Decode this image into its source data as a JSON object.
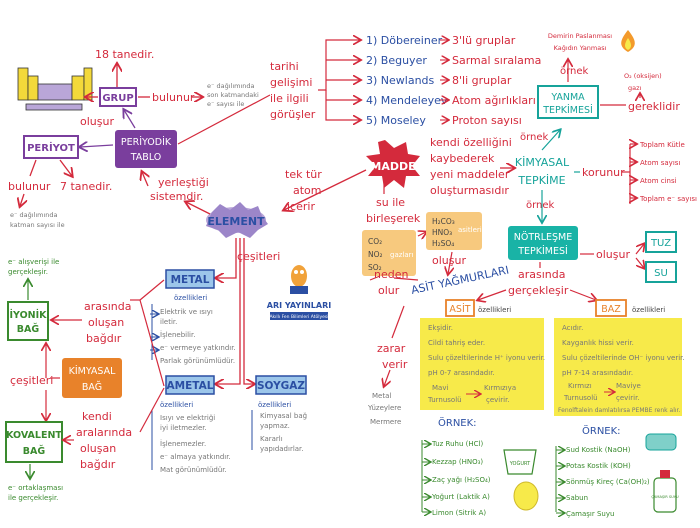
{
  "colors": {
    "red": "#d42a3c",
    "purple": "#7a3e9d",
    "blue": "#2b4fa3",
    "teal": "#16a39a",
    "green": "#3a8a2e",
    "orange": "#e8822a",
    "yellow": "#f7ea4a",
    "grey": "#777777",
    "lavender": "#b9a6d8",
    "lightblue": "#9cc6ea",
    "tealbox": "#19b3a6"
  },
  "icons": {
    "periodic_table": "periodic-table-icon",
    "flame": "flame-icon",
    "mascot": "mascot-icon",
    "yogurt": "yogurt-icon",
    "lemon": "lemon-icon",
    "soap": "soap-icon",
    "bleach": "bleach-bottle-icon"
  },
  "center": {
    "madde": "MADDE",
    "element": "ELEMENT"
  },
  "periodic": {
    "periyodik_tablo_line1": "PERİYODİK",
    "periyodik_tablo_line2": "TABLO",
    "yerlestigi_line1": "yerleştiği",
    "yerlestigi_line2": "sistemdir.",
    "tek_tur_line1": "tek tür",
    "tek_tur_line2": "atom",
    "tek_tur_line3": "içerir",
    "olusur": "oluşur",
    "grup": "GRUP",
    "grup_count": "18 tanedir.",
    "grup_bulunur": "bulunur",
    "grup_note_line1": "e⁻ dağılımında",
    "grup_note_line2": "son katmandaki",
    "grup_note_line3": "e⁻ sayısı ile",
    "periyot": "PERİYOT",
    "periyot_count": "7 tanedir.",
    "periyot_bulunur": "bulunur",
    "periyot_note_line1": "e⁻ dağılımında",
    "periyot_note_line2": "katman sayısı ile"
  },
  "history": {
    "header_line1": "tarihi",
    "header_line2": "gelişimi",
    "header_line3": "ile ilgili",
    "header_line4": "görüşler",
    "items": [
      {
        "name": "1) Döbereiner",
        "desc": "3'lü gruplar"
      },
      {
        "name": "2) Beguyer",
        "desc": "Sarmal sıralama"
      },
      {
        "name": "3) Newlands",
        "desc": "8'li gruplar"
      },
      {
        "name": "4) Mendeleyev",
        "desc": "Atom ağırlıkları"
      },
      {
        "name": "5) Moseley",
        "desc": "Proton sayısı"
      }
    ]
  },
  "madde": {
    "kendi_line1": "kendi özelliğini",
    "kendi_line2": "kaybederek",
    "kendi_line3": "yeni maddeler",
    "kendi_line4": "oluşturmasıdır",
    "kimyasal_line1": "KİMYASAL",
    "kimyasal_line2": "TEPKİME",
    "orneklar": "örnek",
    "yanma_line1": "YANMA",
    "yanma_line2": "TEPKİMESİ",
    "yanma_example_line1": "Demirin Paslanması",
    "yanma_example_line2": "Kağıdın Yanması",
    "yanma_ornek": "örnek",
    "oksijen_line1": "O₂ (oksijen)",
    "oksijen_line2": "gazı",
    "gereklidir": "gereklidir",
    "korunur": "korunur",
    "conserved": [
      "Toplam Kütle",
      "Atom sayısı",
      "Atom cinsi",
      "Toplam e⁻ sayısı"
    ],
    "notrlesme_line1": "NÖTRLEŞME",
    "notrlesme_line2": "TEPKİMESİ",
    "notr_ornek": "örnek",
    "notr_olusur": "oluşur",
    "tuz": "TUZ",
    "su": "SU",
    "arasinda_line1": "arasında",
    "arasinda_line2": "gerçekleşir"
  },
  "rain": {
    "su_ile_line1": "su ile",
    "su_ile_line2": "birleşerek",
    "gases_left": [
      "CO₂",
      "NO₂",
      "SO₂"
    ],
    "gases_left_label": "gazları",
    "acids_right": [
      "H₂CO₃",
      "HNO₃",
      "H₂SO₄"
    ],
    "acids_right_label": "asitleri",
    "olusur": "oluşur",
    "neden_line1": "neden",
    "neden_line2": "olur",
    "asit_yagmurlari": "ASİT YAĞMURLARI",
    "zarar_line1": "zarar",
    "zarar_line2": "verir",
    "damage_line1": "Metal",
    "damage_line2": "Yüzeylere",
    "damage_line3": "Mermere"
  },
  "acid": {
    "title": "ASİT",
    "ozellikleri": "özellikleri",
    "props": [
      "Ekşidir.",
      "Cildi tahriş eder.",
      "Sulu çözeltilerinde H⁺ iyonu verir.",
      "pH 0-7 arasındadır."
    ],
    "litmus_line1": "Mavi",
    "litmus_line2": "Turnusolü",
    "litmus_line3": "Kırmızıya",
    "litmus_line4": "çevirir.",
    "ornek": "ÖRNEK:",
    "examples": [
      "Tuz Ruhu (HCl)",
      "Kezzap (HNO₃)",
      "Zaç yağı (H₂SO₄)",
      "Yoğurt (Laktik A)",
      "Limon (Sitrik A)"
    ],
    "yogurt": "YOĞURT"
  },
  "base": {
    "title": "BAZ",
    "ozellikleri": "özellikleri",
    "props": [
      "Acıdır.",
      "Kayganlık hissi verir.",
      "Sulu çözeltilerinde OH⁻ iyonu verir.",
      "pH 7-14 arasındadır."
    ],
    "litmus_line1": "Kırmızı",
    "litmus_line2": "Turnusolü",
    "litmus_line3": "Maviye",
    "litmus_line4": "çevirir.",
    "fenol": "Fenolftalein damlatılırsa PEMBE renk alır.",
    "ornek": "ÖRNEK:",
    "examples": [
      "Sud Kostik (NaOH)",
      "Potas Kostik (KOH)",
      "Sönmüş Kireç (Ca(OH)₂)",
      "Sabun",
      "Çamaşır Suyu"
    ],
    "bleach": "ÇAMAŞIR SUYU"
  },
  "element": {
    "cesitleri": "çeşitleri",
    "metal": "METAL",
    "metal_ozellik": "özellikleri",
    "metal_props": [
      "Elektrik ve ısıyı",
      "iletir.",
      "İşlenebilir.",
      "e⁻ vermeye yatkındır.",
      "Parlak görünümlüdür."
    ],
    "ametal": "AMETAL",
    "ametal_ozellik": "özellikleri",
    "ametal_props": [
      "Isıyı ve elektriği",
      "iyi iletmezler.",
      "İşlenemezler.",
      "e⁻ almaya yatkındır.",
      "Mat görünümlüdür."
    ],
    "soygaz": "SOYGAZ",
    "soygaz_ozellik": "özellikleri",
    "soygaz_props": [
      "Kimyasal bağ",
      "yapmaz.",
      "Kararlı",
      "yapıdadırlar."
    ],
    "publisher_line1": "ARI YAYINLARI",
    "publisher_line2": "Akıllı Fen Bilimleri Atölyesi"
  },
  "bonds": {
    "iyonik_line1": "İYONİK",
    "iyonik_line2": "BAĞ",
    "iyonik_note_line1": "e⁻ alışverişi ile",
    "iyonik_note_line2": "gerçekleşir.",
    "arasinda_line1": "arasında",
    "arasinda_line2": "oluşan",
    "arasinda_line3": "bağdır",
    "kimyasal_line1": "KİMYASAL",
    "kimyasal_line2": "BAĞ",
    "cesitleri": "çeşitleri",
    "kovalent_line1": "KOVALENT",
    "kovalent_line2": "BAĞ",
    "kendi_line1": "kendi",
    "kendi_line2": "aralarında",
    "kendi_line3": "oluşan",
    "kendi_line4": "bağdır",
    "kovalent_note_line1": "e⁻ ortaklaşması",
    "kovalent_note_line2": "ile gerçekleşir."
  }
}
